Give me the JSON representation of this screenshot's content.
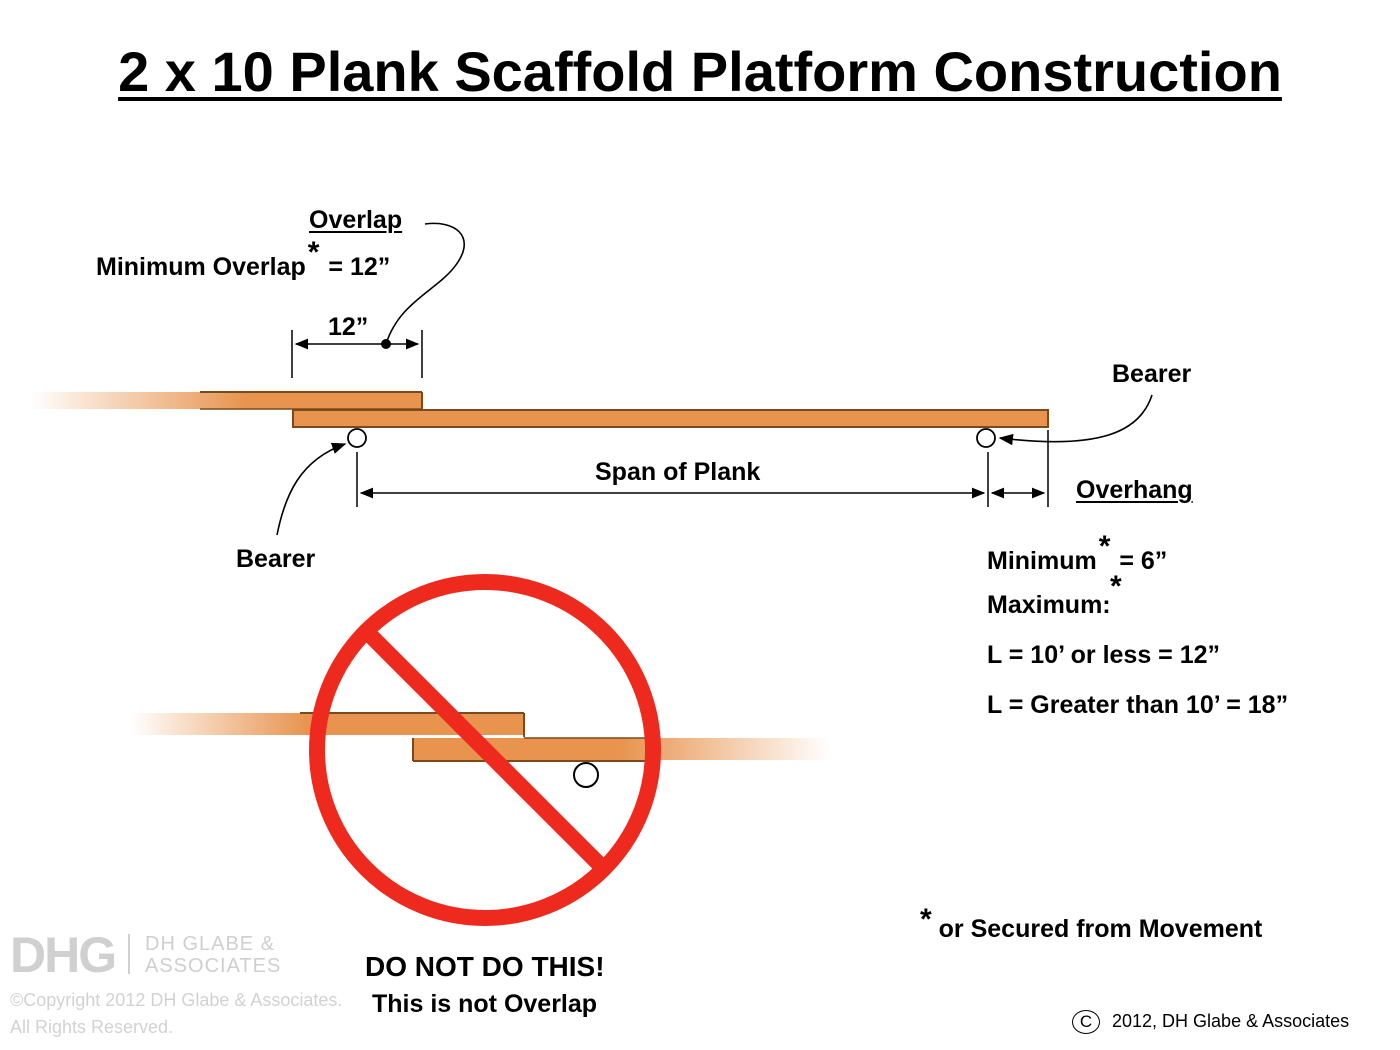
{
  "title": "2 x 10 Plank Scaffold Platform Construction",
  "overlap": {
    "heading": "Overlap",
    "rule_prefix": "Minimum Overlap",
    "rule_suffix": "= 12”",
    "dimension_label": "12”"
  },
  "bearer_labels": {
    "right": "Bearer",
    "left": "Bearer"
  },
  "span_label": "Span of Plank",
  "overhang": {
    "heading": "Overhang",
    "minimum_prefix": "Minimum",
    "minimum_suffix": "= 6”",
    "maximum_label": "Maximum:",
    "rule_short": "L = 10’ or less = 12”",
    "rule_long": "L = Greater than 10’ = 18”"
  },
  "asterisk": "*",
  "footnote": "or Secured from Movement",
  "warning": {
    "line1": "DO NOT DO THIS!",
    "line2": "This is not Overlap"
  },
  "watermark": {
    "logo_letters": "DHG",
    "name_line1": "DH GLABE &",
    "name_line2": "ASSOCIATES",
    "copy_line1": "©Copyright 2012 DH Glabe & Associates.",
    "copy_line2": "All Rights Reserved."
  },
  "copyright": {
    "symbol": "C",
    "text": "2012, DH Glabe & Associates"
  },
  "colors": {
    "plank": "#E8944F",
    "plank_edge": "#7A4A1E",
    "prohibition": "#EE2A1E",
    "ink": "#000000"
  },
  "icons": [
    "prohibition-sign-icon",
    "copyright-icon"
  ]
}
